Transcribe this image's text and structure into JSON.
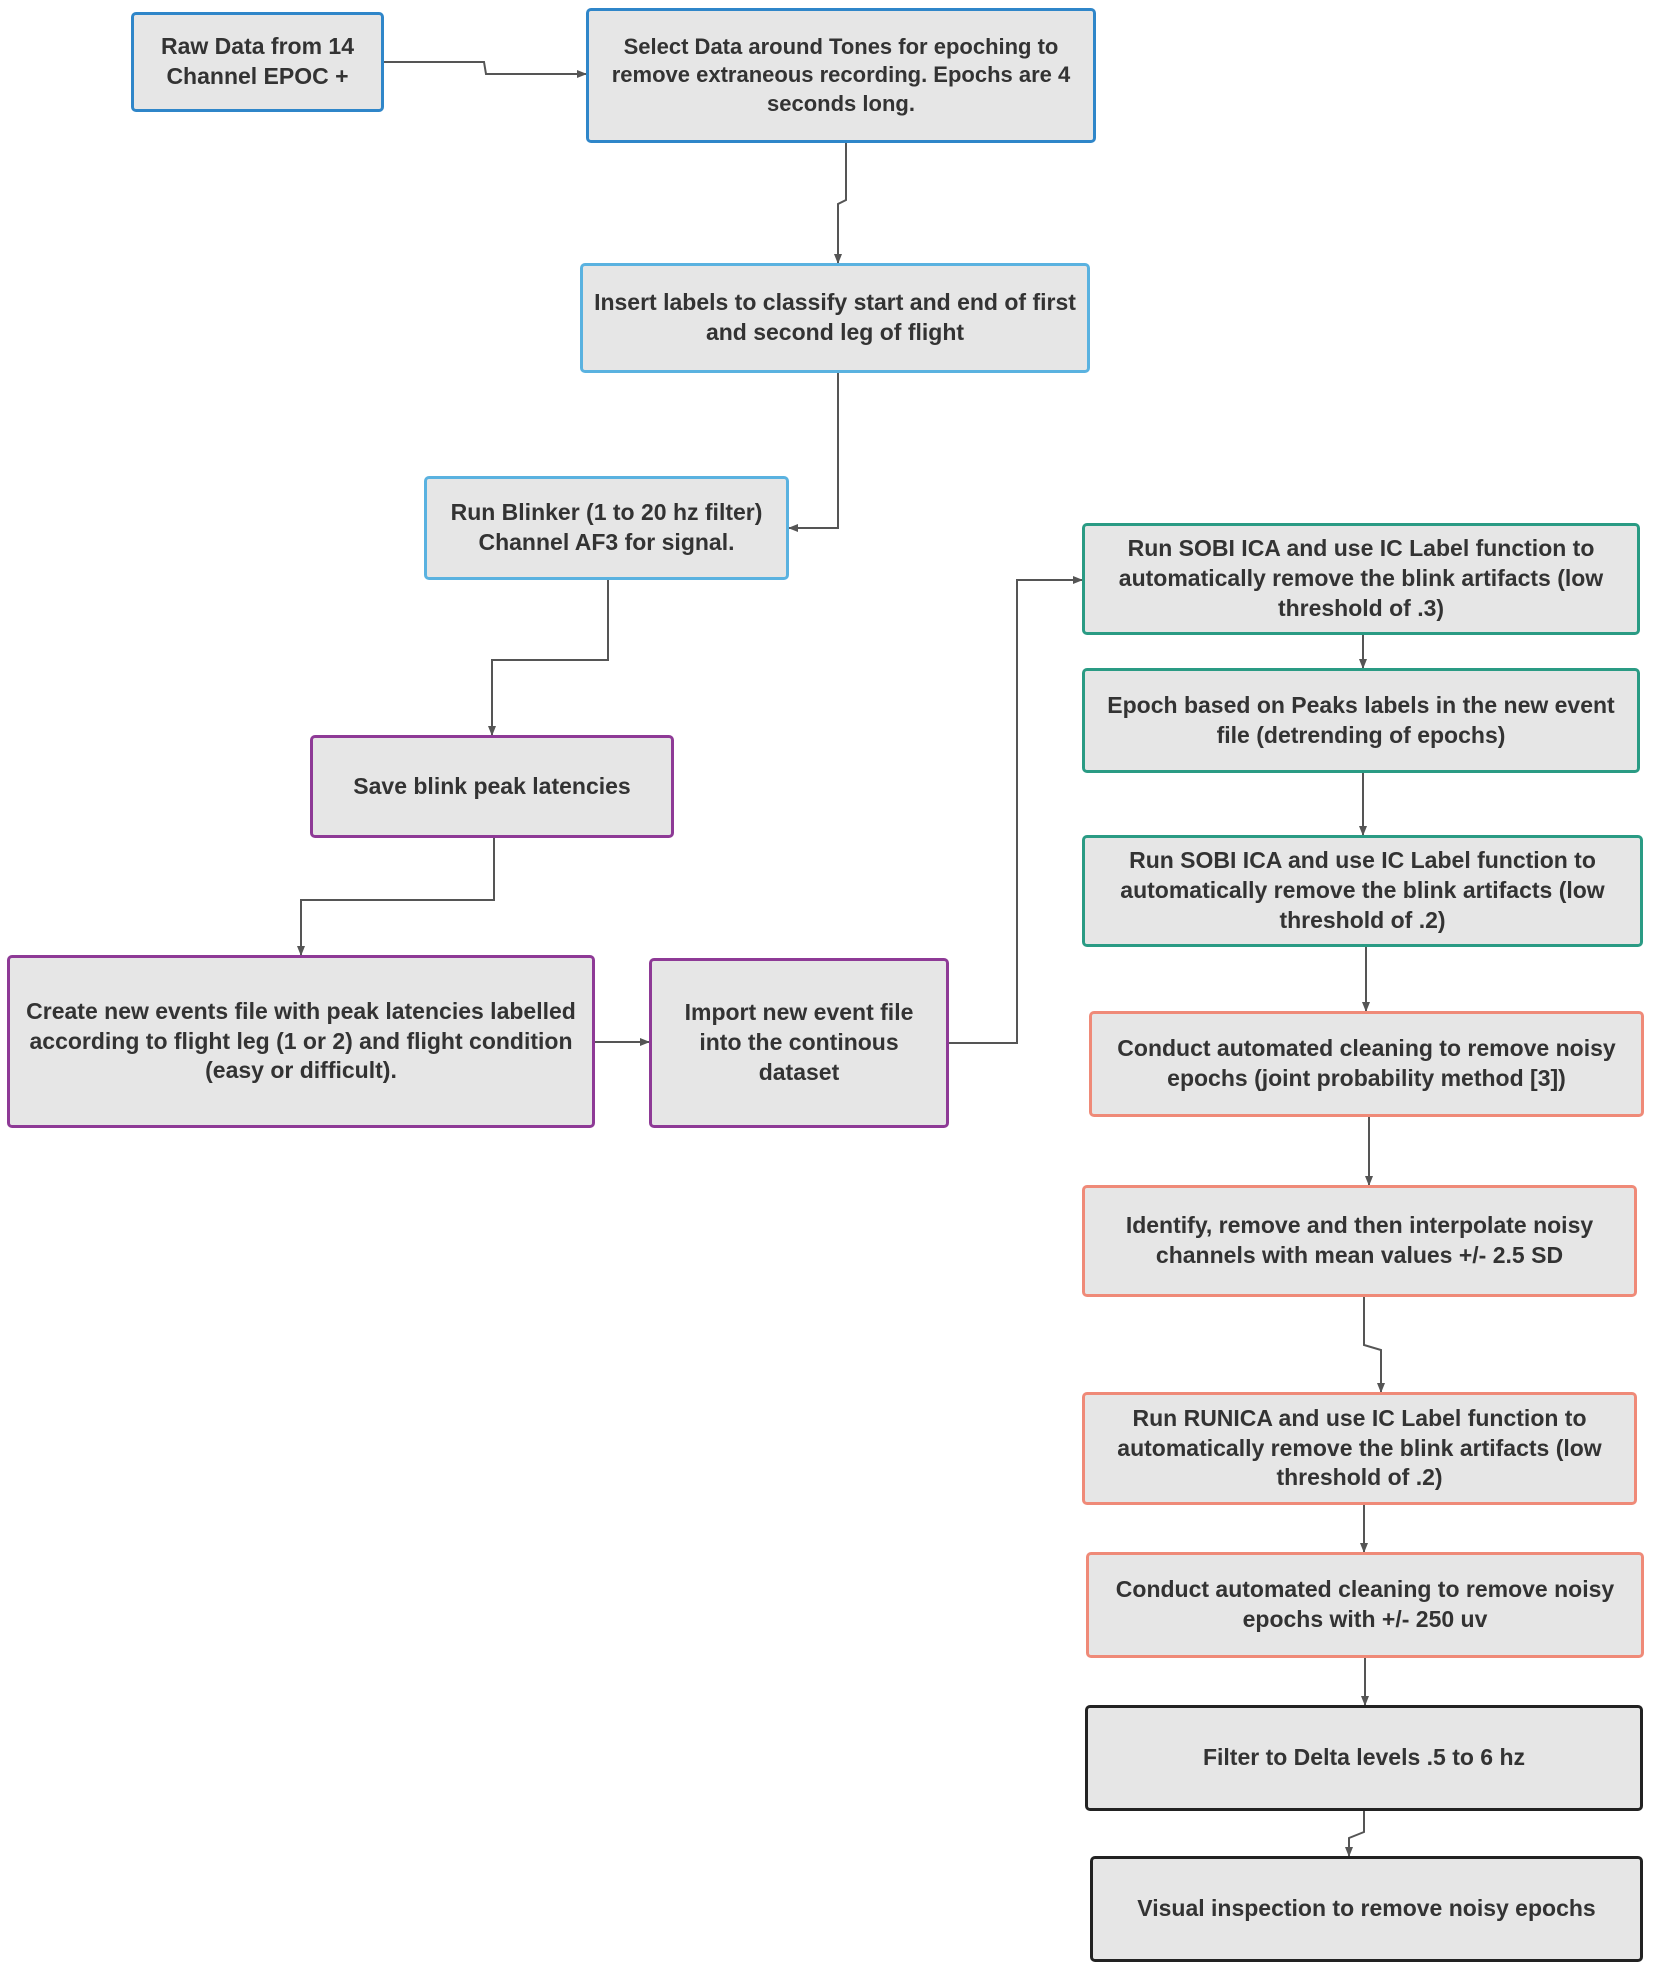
{
  "colors": {
    "blue": "#2f86c9",
    "light_blue": "#5ab2e0",
    "purple": "#8e3a96",
    "teal": "#2a9b84",
    "salmon": "#ef8a78",
    "black": "#222222",
    "box_fill": "#e6e6e6",
    "connector": "#555555"
  },
  "nodes": [
    {
      "id": "raw-data",
      "color": "blue",
      "text": "Raw Data from 14 Channel EPOC +"
    },
    {
      "id": "select-data",
      "color": "blue",
      "text": "Select Data around Tones for epoching to remove extraneous recording. Epochs are 4 seconds long."
    },
    {
      "id": "insert-labels",
      "color": "light_blue",
      "text": "Insert labels to classify start and end of first and second leg of flight"
    },
    {
      "id": "run-blinker",
      "color": "light_blue",
      "text": "Run Blinker (1 to 20 hz filter) Channel AF3 for signal."
    },
    {
      "id": "save-latencies",
      "color": "purple",
      "text": "Save blink peak latencies"
    },
    {
      "id": "create-events",
      "color": "purple",
      "text": "Create new events file with peak latencies labelled according to flight leg (1 or 2) and flight condition (easy or difficult)."
    },
    {
      "id": "import-events",
      "color": "purple",
      "text": "Import new event file into the continous dataset"
    },
    {
      "id": "sobi-ica-1",
      "color": "teal",
      "text": "Run SOBI ICA and use IC Label function to automatically remove the blink artifacts (low threshold of .3)"
    },
    {
      "id": "epoch-peaks",
      "color": "teal",
      "text": "Epoch based on Peaks labels in the new event file (detrending of epochs)"
    },
    {
      "id": "sobi-ica-2",
      "color": "teal",
      "text": "Run SOBI ICA and use IC Label function to automatically remove the blink artifacts (low threshold of .2)"
    },
    {
      "id": "clean-joint",
      "color": "salmon",
      "text": "Conduct automated cleaning to remove noisy epochs (joint probability method [3])"
    },
    {
      "id": "interpolate",
      "color": "salmon",
      "text": "Identify, remove and then interpolate noisy channels with mean values +/- 2.5 SD"
    },
    {
      "id": "runica",
      "color": "salmon",
      "text": "Run RUNICA and use IC Label function to automatically remove the blink artifacts (low threshold of .2)"
    },
    {
      "id": "clean-250",
      "color": "salmon",
      "text": "Conduct automated cleaning to remove noisy epochs with +/- 250 uv"
    },
    {
      "id": "filter-delta",
      "color": "black",
      "text": "Filter to Delta levels .5 to 6 hz"
    },
    {
      "id": "visual-inspection",
      "color": "black",
      "text": "Visual inspection to remove noisy epochs"
    }
  ],
  "edges": [
    {
      "from": "raw-data",
      "to": "select-data"
    },
    {
      "from": "select-data",
      "to": "insert-labels"
    },
    {
      "from": "insert-labels",
      "to": "run-blinker"
    },
    {
      "from": "run-blinker",
      "to": "save-latencies"
    },
    {
      "from": "save-latencies",
      "to": "create-events"
    },
    {
      "from": "create-events",
      "to": "import-events"
    },
    {
      "from": "import-events",
      "to": "sobi-ica-1"
    },
    {
      "from": "sobi-ica-1",
      "to": "epoch-peaks"
    },
    {
      "from": "epoch-peaks",
      "to": "sobi-ica-2"
    },
    {
      "from": "sobi-ica-2",
      "to": "clean-joint"
    },
    {
      "from": "clean-joint",
      "to": "interpolate"
    },
    {
      "from": "interpolate",
      "to": "runica"
    },
    {
      "from": "runica",
      "to": "clean-250"
    },
    {
      "from": "clean-250",
      "to": "filter-delta"
    },
    {
      "from": "filter-delta",
      "to": "visual-inspection"
    }
  ]
}
